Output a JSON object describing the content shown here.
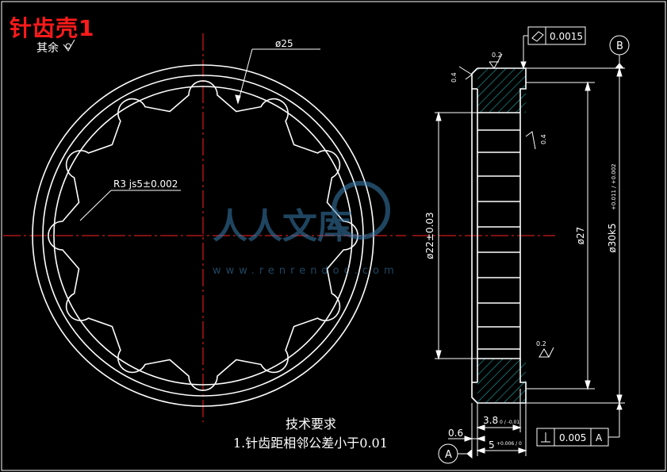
{
  "drawing": {
    "title": "针齿壳1",
    "other_roughness": "其余",
    "tech_req_title": "技术要求",
    "tech_req_note": "1.针齿距相邻公差小于0.01"
  },
  "front_view": {
    "dia_label": "ø25",
    "radius_label": "R3 js5±0.002"
  },
  "section_view": {
    "flatness_value": "0.0015",
    "datum_b": "B",
    "datum_a": "A",
    "perp_value": "0.005",
    "perp_datum": "A",
    "rough_top": "0.2",
    "rough_left": "0.4",
    "rough_right": "0.4",
    "rough_bottom": "0.2",
    "dim_bore": "ø22±0.03",
    "dim_inner": "ø27",
    "dim_outer": "ø30k5",
    "dim_outer_tol": "+0.011 / +0.002",
    "dim_chamfer": "0.6",
    "dim_width_inner": "3.8",
    "dim_width_inner_tol": "0 / -0.01",
    "dim_width": "5",
    "dim_width_tol": "+0.006 / 0"
  },
  "watermark": {
    "text": "人人文库",
    "url": "www.renrendoc.com"
  },
  "colors": {
    "background": "#000000",
    "lines": "#ffffff",
    "center_line": "#ff2020",
    "title": "#ff1a1a",
    "hatch": "#19c7c7",
    "watermark": "#3a7fb0"
  }
}
